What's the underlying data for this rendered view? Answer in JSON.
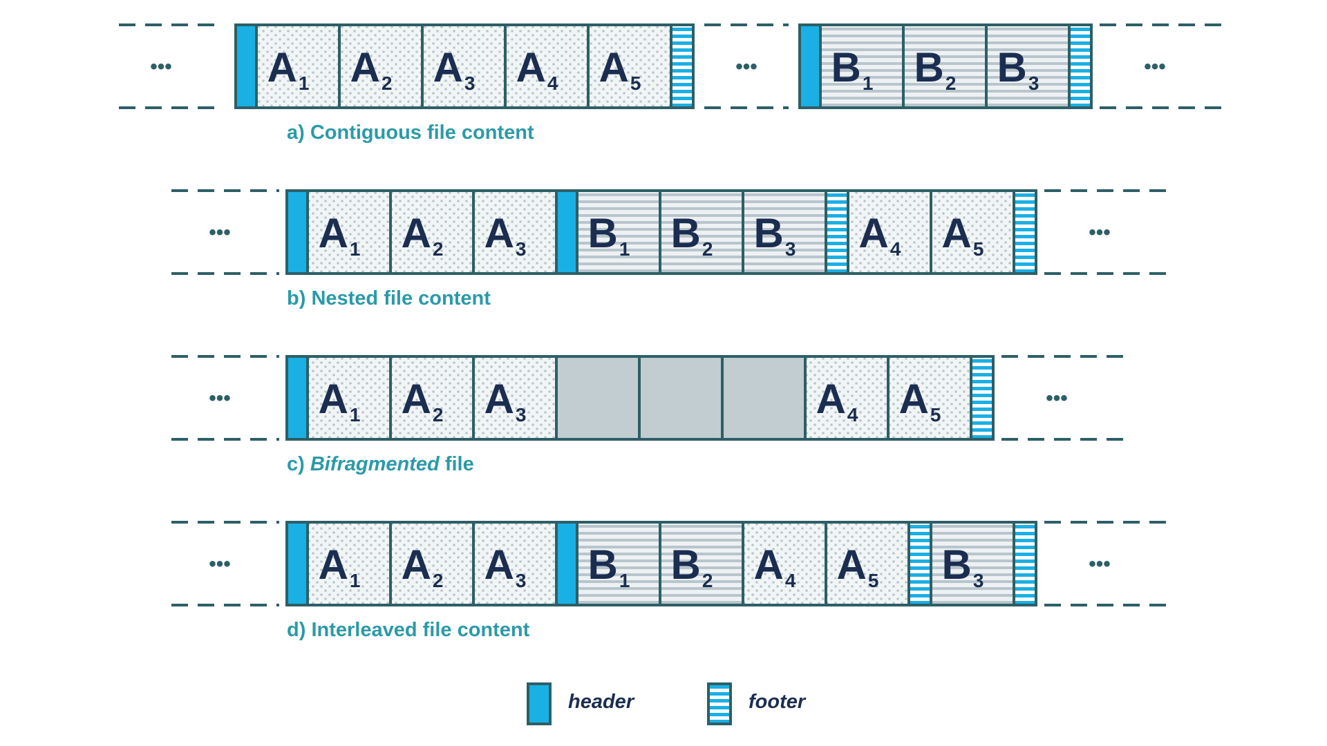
{
  "ellipsis": "•••",
  "colors": {
    "outline": "#2d5f66",
    "header": "#1ab0e4",
    "a_fill": "#f2f5f6",
    "a_dot": "#b7c6cb",
    "b_fill": "#eef1f3",
    "b_stripe": "#b8c5cc",
    "gap_fill": "#c1cdd1",
    "caption": "#2b9aa8",
    "label": "#1b2d50"
  },
  "rows": [
    {
      "caption_prefix": "a) ",
      "caption_italic": "",
      "caption_text": "Contiguous file content",
      "segments": [
        [
          "header",
          "A1",
          "A2",
          "A3",
          "A4",
          "A5",
          "footer"
        ],
        [
          "header",
          "B1",
          "B2",
          "B3",
          "footer"
        ]
      ]
    },
    {
      "caption_prefix": "b) ",
      "caption_italic": "",
      "caption_text": "Nested file content",
      "segments": [
        [
          "header",
          "A1",
          "A2",
          "A3",
          "header",
          "B1",
          "B2",
          "B3",
          "footer",
          "A4",
          "A5",
          "footer"
        ]
      ]
    },
    {
      "caption_prefix": "c) ",
      "caption_italic": "Bifragmented",
      "caption_text": " file",
      "segments": [
        [
          "header",
          "A1",
          "A2",
          "A3",
          "gap",
          "gap",
          "gap",
          "A4",
          "A5",
          "footer"
        ]
      ]
    },
    {
      "caption_prefix": "d) ",
      "caption_italic": "",
      "caption_text": "Interleaved file content",
      "segments": [
        [
          "header",
          "A1",
          "A2",
          "A3",
          "header",
          "B1",
          "B2",
          "A4",
          "A5",
          "footer",
          "B3",
          "footer"
        ]
      ]
    }
  ],
  "legend": {
    "header_label": "header",
    "footer_label": "footer"
  }
}
